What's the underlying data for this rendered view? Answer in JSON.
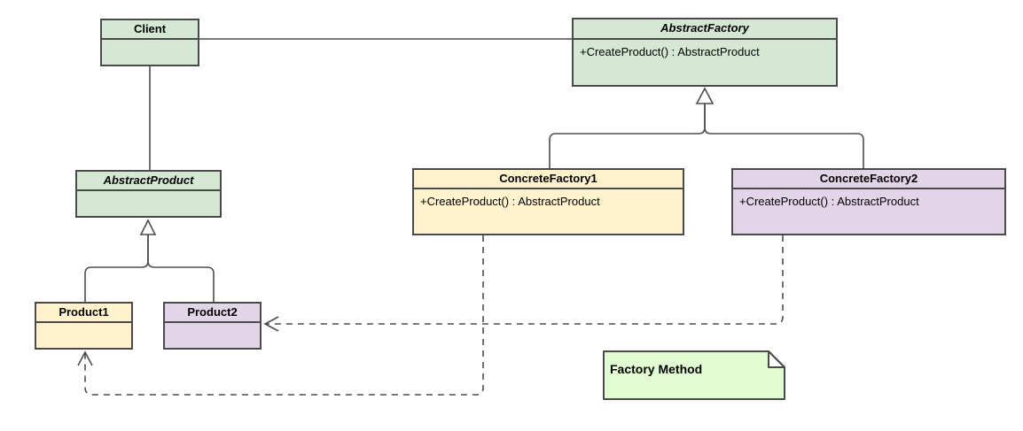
{
  "classes": {
    "client": {
      "name": "Client",
      "abstract": false
    },
    "abstract_factory": {
      "name": "AbstractFactory",
      "abstract": true,
      "method": "+CreateProduct() : AbstractProduct"
    },
    "abstract_product": {
      "name": "AbstractProduct",
      "abstract": true
    },
    "concrete_factory1": {
      "name": "ConcreteFactory1",
      "abstract": false,
      "method": "+CreateProduct() : AbstractProduct"
    },
    "concrete_factory2": {
      "name": "ConcreteFactory2",
      "abstract": false,
      "method": "+CreateProduct() : AbstractProduct"
    },
    "product1": {
      "name": "Product1",
      "abstract": false
    },
    "product2": {
      "name": "Product2",
      "abstract": false
    }
  },
  "note": {
    "text": "Factory Method"
  },
  "edges": [
    {
      "from": "Client",
      "to": "AbstractFactory",
      "type": "association"
    },
    {
      "from": "Client",
      "to": "AbstractProduct",
      "type": "association"
    },
    {
      "from": "ConcreteFactory1",
      "to": "AbstractFactory",
      "type": "generalization"
    },
    {
      "from": "ConcreteFactory2",
      "to": "AbstractFactory",
      "type": "generalization"
    },
    {
      "from": "Product1",
      "to": "AbstractProduct",
      "type": "generalization"
    },
    {
      "from": "Product2",
      "to": "AbstractProduct",
      "type": "generalization"
    },
    {
      "from": "ConcreteFactory1",
      "to": "Product1",
      "type": "dependency-dashed"
    },
    {
      "from": "ConcreteFactory2",
      "to": "Product2",
      "type": "dependency-dashed"
    }
  ],
  "colors": {
    "class_green": "#d5e8d4",
    "class_yellow": "#fff2cc",
    "class_purple": "#e1d5e7",
    "note_green": "#e1fbd2",
    "shape_border": "#4a4a4a",
    "connector": "#4d4d4d"
  }
}
